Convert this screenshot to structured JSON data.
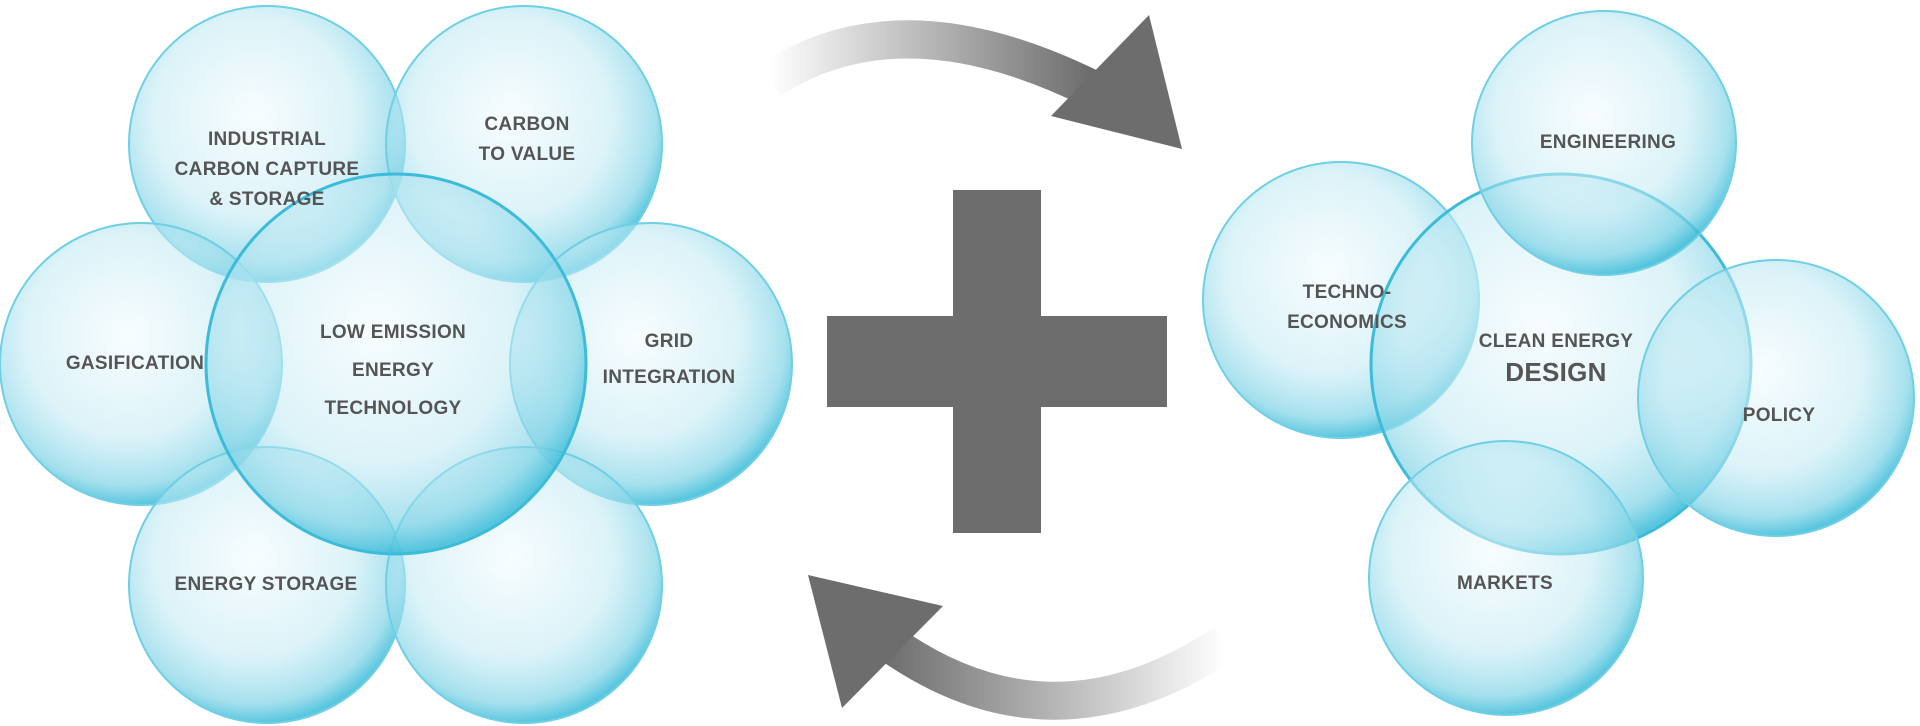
{
  "left_cluster": {
    "center": [
      "LOW EMISSION",
      "ENERGY",
      "TECHNOLOGY"
    ],
    "industrial_ccs": [
      "INDUSTRIAL",
      "CARBON CAPTURE",
      "& STORAGE"
    ],
    "carbon_to_value": [
      "CARBON",
      "TO VALUE"
    ],
    "gasification": [
      "GASIFICATION"
    ],
    "grid_integration": [
      "GRID",
      "INTEGRATION"
    ],
    "energy_storage": [
      "ENERGY STORAGE"
    ]
  },
  "right_cluster": {
    "center": [
      "CLEAN ENERGY",
      "DESIGN"
    ],
    "engineering": [
      "ENGINEERING"
    ],
    "techno_economics": [
      "TECHNO-",
      "ECONOMICS"
    ],
    "policy": [
      "POLICY"
    ],
    "markets": [
      "MARKETS"
    ]
  },
  "colors": {
    "bubble": "#7fd3e6",
    "bubble_edge": "#2bb6d6",
    "symbol": "#6d6d6d",
    "text": "#555555"
  }
}
